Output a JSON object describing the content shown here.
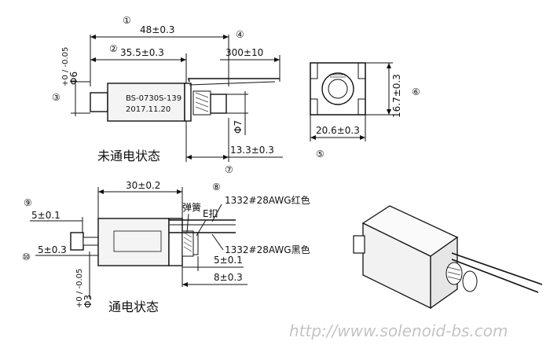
{
  "top_view": {
    "callouts": [
      "①",
      "②",
      "③",
      "④",
      "⑤",
      "⑥",
      "⑦"
    ],
    "dims": {
      "overall_length": "48±0.3",
      "body_length": "35.5±0.3",
      "lead_length": "300±10",
      "plunger_dia": "+0 / -0.05",
      "plunger_dia_base": "Φ6",
      "shaft_dia": "Φ7",
      "stroke_len": "13.3±0.3",
      "end_height": "16.7±0.3",
      "end_width": "20.6±0.3"
    },
    "body_text": [
      "BS-0730S-139",
      "2017.11.20"
    ],
    "state_label": "未通电状态"
  },
  "bottom_view": {
    "callouts": [
      "⑧",
      "⑨",
      "⑩"
    ],
    "dims": {
      "body_len": "30±0.2",
      "d1": "5±0.1",
      "d2": "5±0.3",
      "d3": "5±0.1",
      "d4": "8±0.3",
      "shaft_tol": "+0 / -0.05",
      "shaft_base": "Φ3"
    },
    "labels": {
      "spring": "弹簧",
      "eclip": "E扣",
      "wire_red": "1332#28AWG红色",
      "wire_black": "1332#28AWG黑色"
    },
    "state_label": "通电状态"
  },
  "watermark": "http://www.solenoid-bs.com"
}
